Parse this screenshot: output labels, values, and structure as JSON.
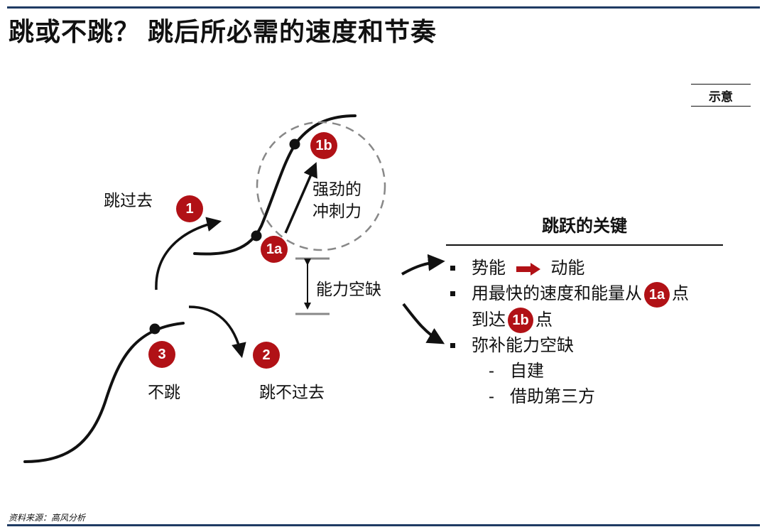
{
  "title": "跳或不跳？ 跳后所必需的速度和节奏",
  "badge": "示意",
  "diagram": {
    "jump_over_label": "跳过去",
    "no_jump_label": "不跳",
    "jump_fail_label": "跳不过去",
    "strong_push_line1": "强劲的",
    "strong_push_line2": "冲刺力",
    "capability_gap_label": "能力空缺",
    "markers": {
      "m1": "1",
      "m1a": "1a",
      "m1b": "1b",
      "m2": "2",
      "m3": "3"
    }
  },
  "key_points": {
    "heading": "跳跃的关键",
    "items": [
      {
        "before": "势能",
        "after": "动能"
      },
      {
        "text": "用最快的速度和能量从",
        "marker": "1a",
        "suffix": "点"
      },
      {
        "text": "到达",
        "marker": "1b",
        "suffix": "点"
      },
      {
        "text": "弥补能力空缺"
      }
    ],
    "sub_items": [
      "自建",
      "借助第三方"
    ],
    "dash": "-"
  },
  "source": "资料来源：高风分析",
  "colors": {
    "accent_red": "#b11116",
    "rule_navy": "#1f3b63",
    "dashed_circle": "#888888",
    "gap_line": "#888888"
  }
}
